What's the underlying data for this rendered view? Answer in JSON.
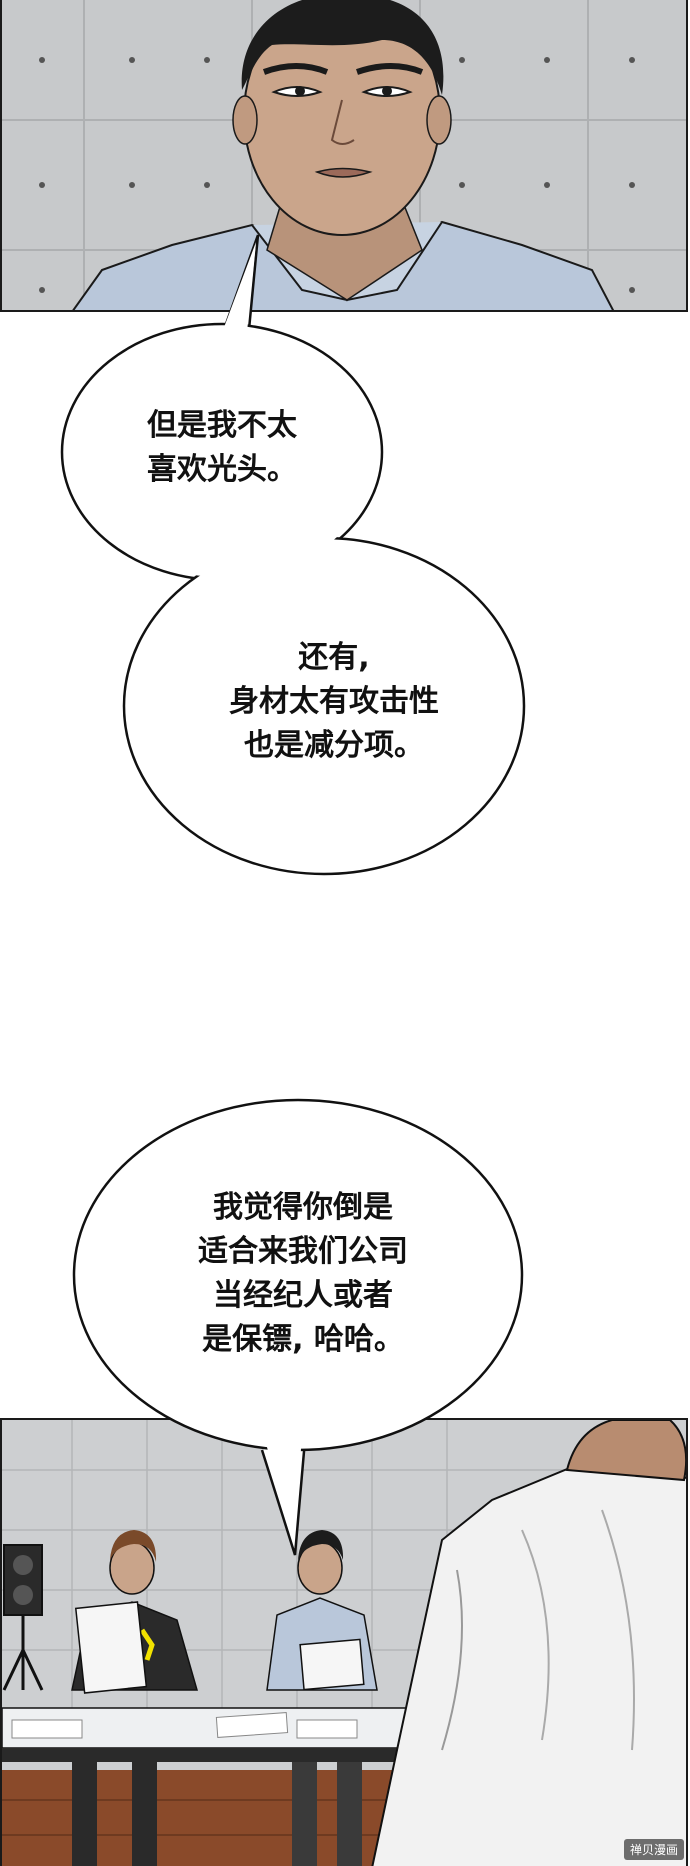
{
  "bubbles": {
    "first": {
      "lines": [
        "但是我不太",
        "喜欢光头。"
      ]
    },
    "second": {
      "lines": [
        "还有,",
        "身材太有攻击性",
        "也是减分项。"
      ]
    },
    "third": {
      "lines": [
        "我觉得你倒是",
        "适合来我们公司",
        "当经纪人或者",
        "是保镖, 哈哈。"
      ]
    }
  },
  "watermark": "禅贝漫画",
  "colors": {
    "wall": "#c9cbcd",
    "wall_dark": "#b9bbbd",
    "shirt_blue": "#b8c6d9",
    "skin": "#c9a48a",
    "hair": "#1c1c1c",
    "floor": "#8a4a2a",
    "table": "#eef0f2",
    "outline": "#1a1a1a"
  }
}
